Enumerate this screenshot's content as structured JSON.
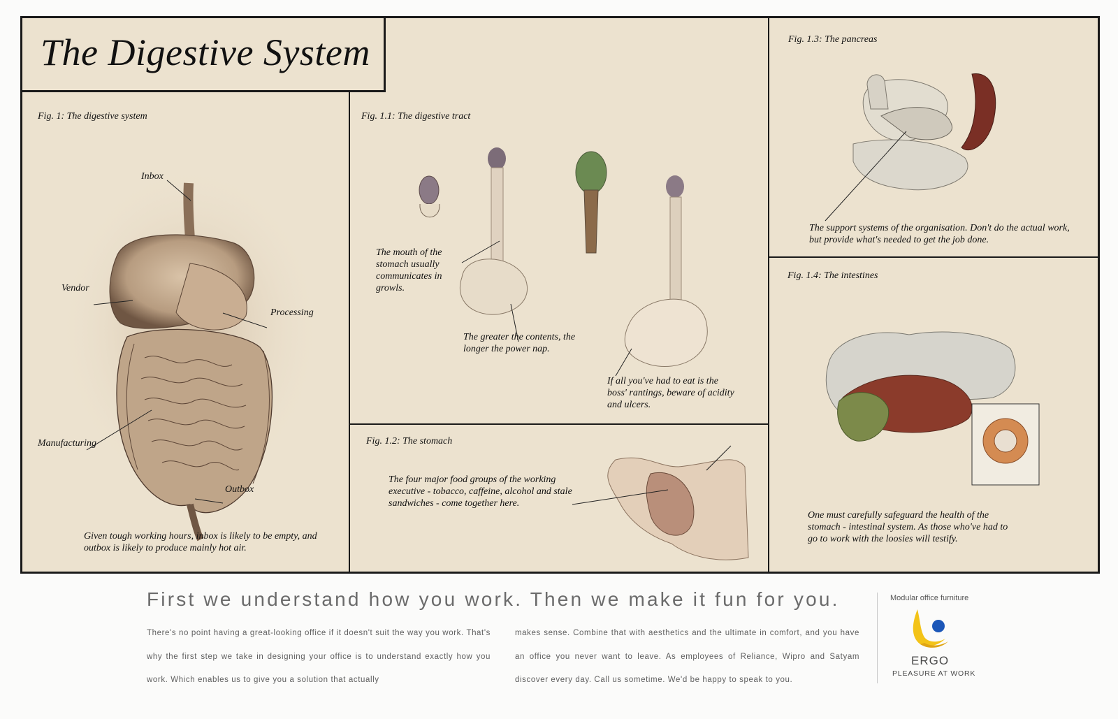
{
  "title": "The Digestive System",
  "figures": {
    "fig1": {
      "caption": "Fig. 1: The digestive system",
      "labels": {
        "inbox": "Inbox",
        "vendor": "Vendor",
        "processing": "Processing",
        "manufacturing": "Manufacturing",
        "outbox": "Outbox"
      },
      "note": "Given tough working hours, inbox is likely to be empty, and outbox is likely to produce mainly hot air."
    },
    "fig1_1": {
      "caption": "Fig. 1.1: The digestive tract",
      "note_mouth": "The mouth of the stomach usually communicates in growls.",
      "note_contents": "The greater the contents, the longer the power nap.",
      "note_boss": "If all you've had to eat is the boss' rantings, beware of acidity and ulcers."
    },
    "fig1_2": {
      "caption": "Fig. 1.2: The stomach",
      "note": "The four major food groups of the working executive - tobacco, caffeine, alcohol and stale sandwiches - come together here."
    },
    "fig1_3": {
      "caption": "Fig. 1.3: The pancreas",
      "note": "The support systems of the organisation. Don't do the actual work, but provide what's needed to get the job done."
    },
    "fig1_4": {
      "caption": "Fig. 1.4: The intestines",
      "note": "One must carefully safeguard the health of the stomach - intestinal system. As those who've had to go to work with the loosies will testify."
    }
  },
  "footer": {
    "tagline": "First we understand how you work. Then we make it fun for you.",
    "copy_left": "There's no point having a great-looking office if it doesn't suit the way you work. That's why the first step we take in designing your office is to understand exactly how you work. Which enables us to give you a solution that actually",
    "copy_right": "makes sense. Combine that with aesthetics and the ultimate in comfort, and you have an office you never want to leave. As employees of Reliance, Wipro and Satyam discover every day. Call us sometime. We'd be happy to speak to you.",
    "brand_sub": "Modular office furniture",
    "brand_name": "ERGO",
    "brand_tag": "PLEASURE AT WORK"
  },
  "colors": {
    "paper": "#ece2cf",
    "frame": "#1a1a1a",
    "logo_yellow": "#f3c318",
    "logo_blue": "#1c57b8"
  }
}
